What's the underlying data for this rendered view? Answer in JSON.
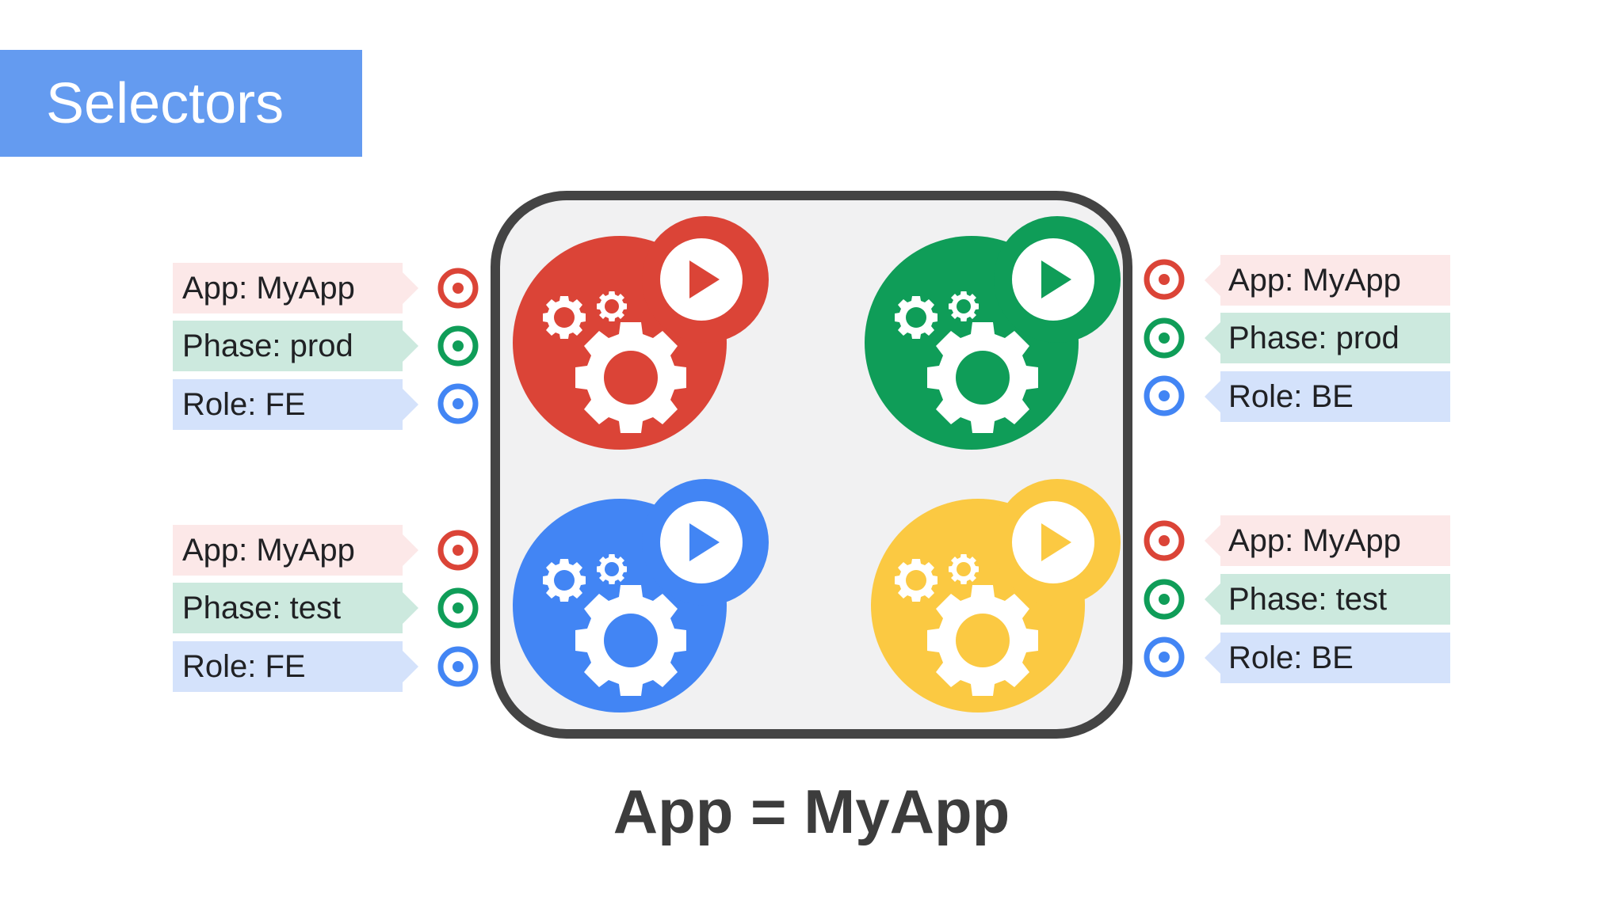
{
  "title": "Selectors",
  "caption": "App = MyApp",
  "colors": {
    "red": "#db4437",
    "green": "#0f9d58",
    "blue": "#4285f4",
    "yellow": "#fbc942",
    "title_bg": "#649bf0",
    "container_border": "#444444",
    "container_fill": "#f1f1f2"
  },
  "pods": [
    {
      "name": "pod-red",
      "color": "#db4437",
      "labels": [
        "App: MyApp",
        "Phase: prod",
        "Role: FE"
      ]
    },
    {
      "name": "pod-green",
      "color": "#0f9d58",
      "labels": [
        "App: MyApp",
        "Phase: prod",
        "Role: BE"
      ]
    },
    {
      "name": "pod-blue",
      "color": "#4285f4",
      "labels": [
        "App: MyApp",
        "Phase: test",
        "Role: FE"
      ]
    },
    {
      "name": "pod-yellow",
      "color": "#fbc942",
      "labels": [
        "App: MyApp",
        "Phase: test",
        "Role: BE"
      ]
    }
  ],
  "icons": [
    "gear-icon",
    "play-icon",
    "target-icon"
  ]
}
